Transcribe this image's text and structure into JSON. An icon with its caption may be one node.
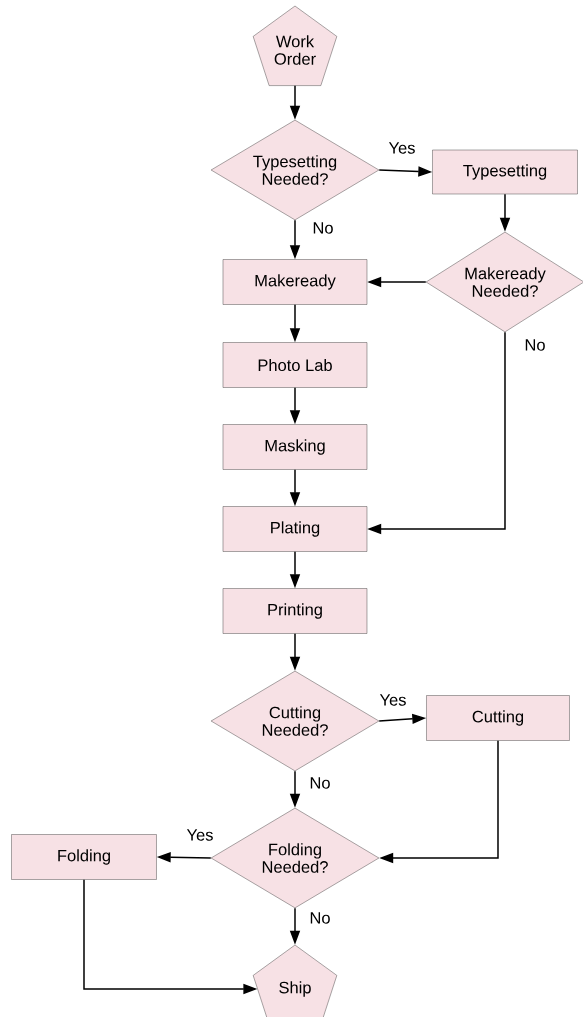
{
  "diagram": {
    "nodes": [
      {
        "text": [
          "Work Order"
        ]
      },
      {
        "text": [
          "Typesetting Needed?"
        ]
      },
      {
        "text": [
          "Typesetting"
        ]
      },
      {
        "text": [
          "Makeready Needed?"
        ]
      },
      {
        "text": [
          "Makeready"
        ]
      },
      {
        "text": [
          "Photo Lab"
        ]
      },
      {
        "text": [
          "Masking"
        ]
      },
      {
        "text": [
          "Plating"
        ]
      },
      {
        "text": [
          "Printing"
        ]
      },
      {
        "text": [
          "Cutting Needed?"
        ]
      },
      {
        "text": [
          "Cutting"
        ]
      },
      {
        "text": [
          "Folding Needed?"
        ]
      },
      {
        "text": [
          "Folding"
        ]
      },
      {
        "text": [
          "Ship"
        ]
      }
    ],
    "edges": [
      {
        "from": 0,
        "to": 1,
        "arrow": "to"
      },
      {
        "from": 1,
        "to": 2,
        "arrow": "to",
        "label": "Yes"
      },
      {
        "from": 2,
        "to": 3,
        "arrow": "to"
      },
      {
        "from": 3,
        "to": 4,
        "arrow": "to"
      },
      {
        "from": 1,
        "to": 4,
        "arrow": "to",
        "label": "No"
      },
      {
        "from": 4,
        "to": 5,
        "arrow": "to"
      },
      {
        "from": 5,
        "to": 6,
        "arrow": "to"
      },
      {
        "from": 6,
        "to": 7,
        "arrow": "to"
      },
      {
        "from": 3,
        "to": 7,
        "arrow": "to",
        "label": "No"
      },
      {
        "from": 7,
        "to": 8,
        "arrow": "to"
      },
      {
        "from": 8,
        "to": 9,
        "arrow": "to"
      },
      {
        "from": 9,
        "to": 10,
        "arrow": "to",
        "label": "Yes"
      },
      {
        "from": 9,
        "to": 11,
        "arrow": "to",
        "label": "No"
      },
      {
        "from": 10,
        "to": 11,
        "arrow": "to"
      },
      {
        "from": 11,
        "to": 12,
        "arrow": "to",
        "label": "Yes"
      },
      {
        "from": 11,
        "to": 13,
        "arrow": "to",
        "label": "No"
      },
      {
        "from": 12,
        "to": 13,
        "arrow": "to"
      }
    ]
  }
}
